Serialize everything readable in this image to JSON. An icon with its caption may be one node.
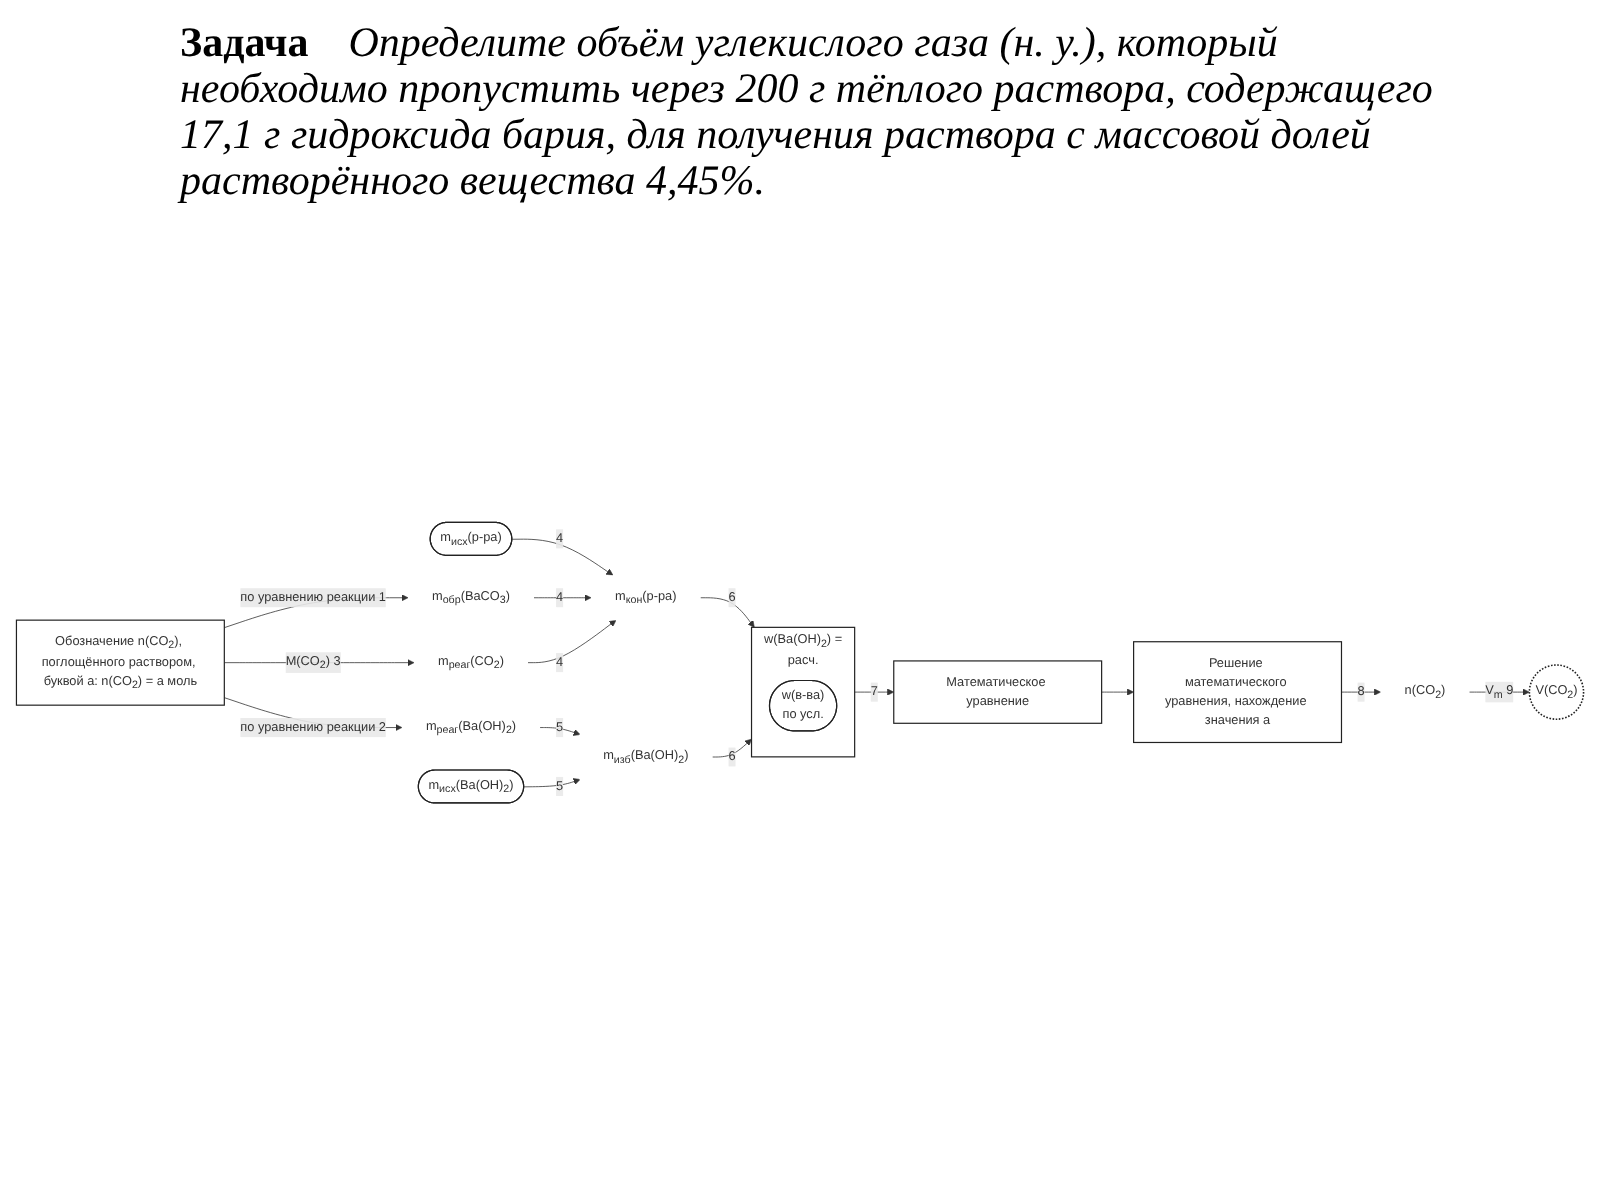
{
  "diagram": {
    "title": "Задача",
    "nodes": [
      {
        "text": [
          "Обозначение n(CO$_{2}$), поглощённого раствором, буквой a: n(CO$_{2}$) = a моль"
        ]
      },
      {
        "text": [
          "m$_{обр}$(BaCO$_{3}$)"
        ]
      },
      {
        "text": [
          "m$_{реаг}$(CO$_{2}$)"
        ]
      },
      {
        "text": [
          "m$_{реаг}$(Ba(OH)$_{2}$)"
        ]
      },
      {
        "text": [
          "m$_{изб}$(Ba(OH)$_{2}$)"
        ]
      },
      {
        "text": [
          "m$_{исх}$(Ba(OH)$_{2}$)"
        ]
      },
      {
        "text": [
          "m$_{исх}$(р-ра)"
        ]
      },
      {
        "text": [
          "m$_{кон}$(р-ра)"
        ]
      },
      {
        "text": [
          "w(Ba(OH)$_{2}$) =",
          "расч."
        ]
      },
      {
        "text": [
          "w(в-ва)",
          "по усл."
        ],
        "in": 8
      },
      {
        "text": [
          "Математическое уравнение"
        ]
      },
      {
        "text": [
          "Решение математического уравнения, нахождение значения a"
        ]
      },
      {
        "text": [
          "n(CO$_{2}$)"
        ]
      },
      {
        "text": [
          "V(CO$_{2}$)"
        ]
      }
    ],
    "edges": [
      {
        "from": 0,
        "to": 1,
        "arrow": "to",
        "label": "по уравнению реакции 1"
      },
      {
        "from": 0,
        "to": 2,
        "arrow": "to",
        "label": "M(CO$_{2}$) 3"
      },
      {
        "from": 0,
        "to": 3,
        "arrow": "to",
        "label": "по уравнению реакции 2"
      },
      {
        "from": 6,
        "to": 7,
        "arrow": "to",
        "label": "4"
      },
      {
        "from": 1,
        "to": 7,
        "arrow": "to",
        "label": "4"
      },
      {
        "from": 2,
        "to": 7,
        "arrow": "to",
        "label": "4"
      },
      {
        "from": 3,
        "to": 4,
        "arrow": "to",
        "label": "5"
      },
      {
        "from": 5,
        "to": 4,
        "arrow": "to",
        "label": "5"
      },
      {
        "from": 7,
        "to": 8,
        "arrow": "to",
        "label": "6"
      },
      {
        "from": 4,
        "to": 8,
        "arrow": "to",
        "label": "6"
      },
      {
        "from": 8,
        "to": 10,
        "arrow": "to",
        "label": "7"
      },
      {
        "from": 10,
        "to": 11,
        "arrow": "to"
      },
      {
        "from": 11,
        "to": 12,
        "arrow": "to",
        "label": "8"
      },
      {
        "from": 12,
        "to": 13,
        "arrow": "to",
        "label": "V$_{m}$ 9"
      }
    ],
    "labels": [
      "Определите объём углекислого газа (н. у.), который необходимо пропустить через 200 г тёплого раствора, содержащего 17,1 г гидроксида бария, для получения раствора с массовой долей растворённого вещества 4,45%."
    ]
  }
}
